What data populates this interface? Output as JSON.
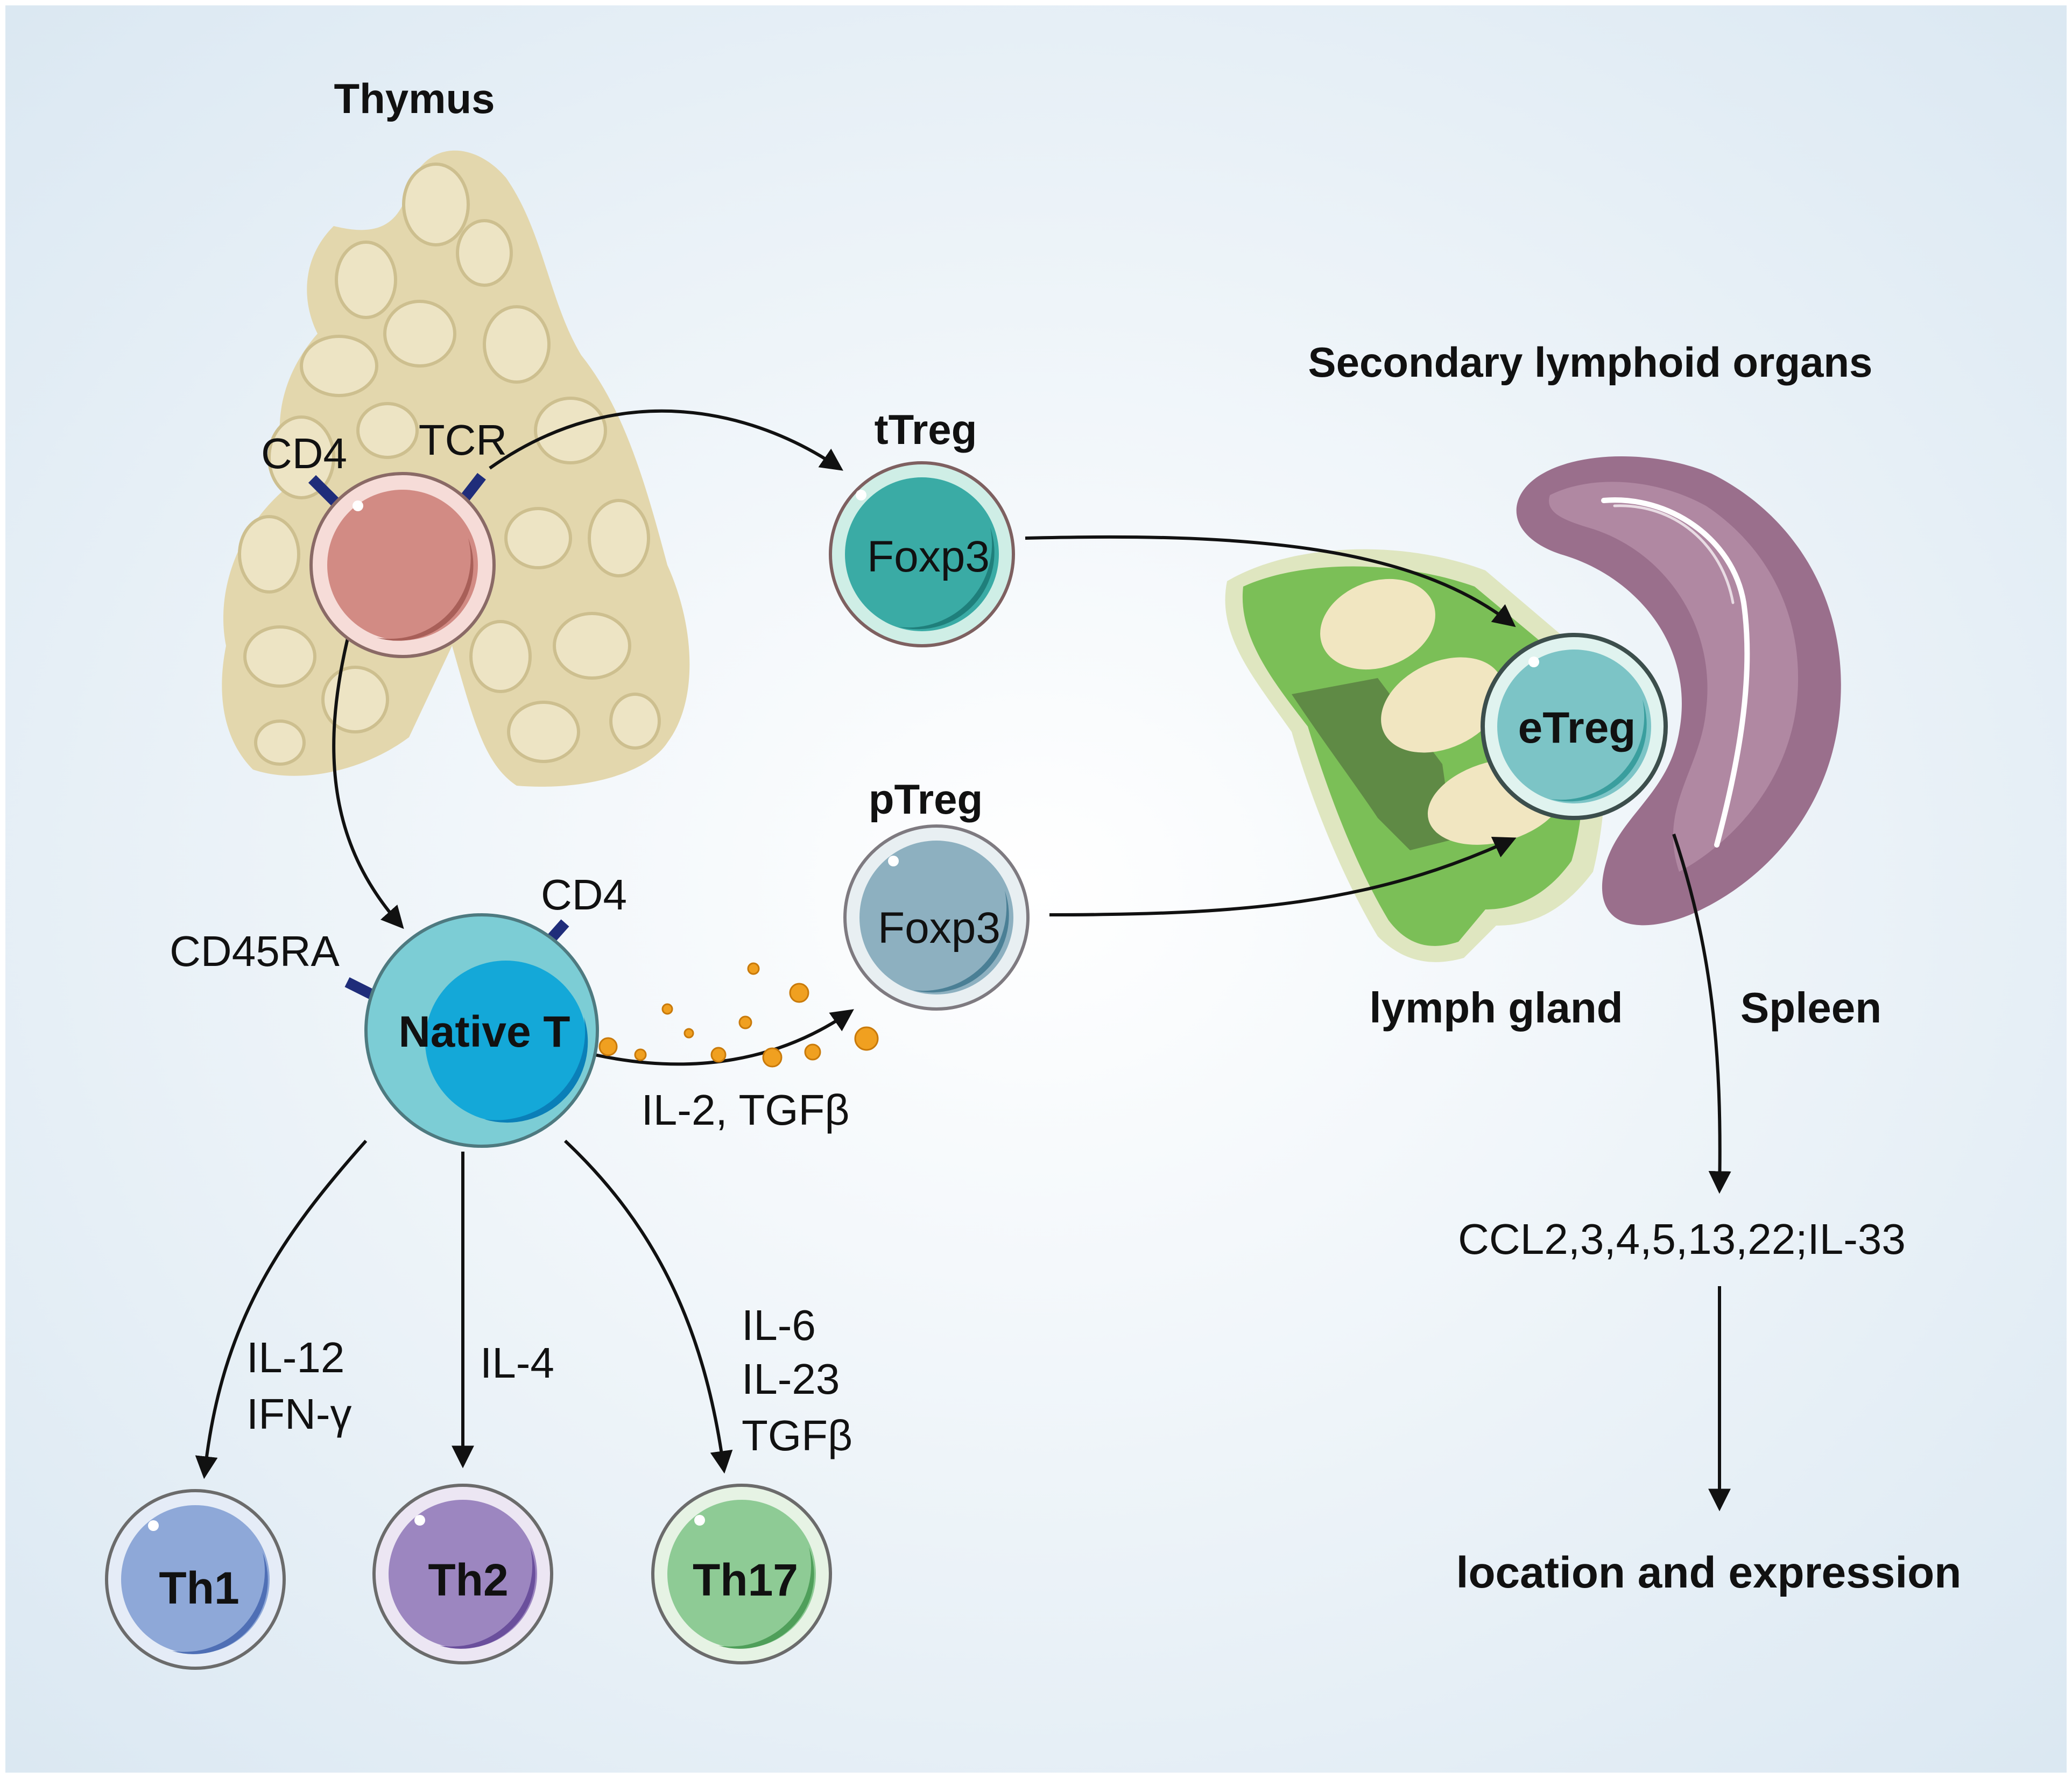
{
  "organs": {
    "thymus_label": "Thymus",
    "secondary_label": "Secondary lymphoid organs",
    "lymph_gland_label": "lymph gland",
    "spleen_label": "Spleen"
  },
  "cells": {
    "naive_t": "Native T",
    "ttreg_title": "tTreg",
    "ttreg_inner": "Foxp3",
    "ptreg_title": "pTreg",
    "ptreg_inner": "Foxp3",
    "etreg": "eTreg",
    "th1": "Th1",
    "th2": "Th2",
    "th17": "Th17"
  },
  "markers": {
    "thymocyte_cd4": "CD4",
    "thymocyte_tcr": "TCR",
    "naive_cd4": "CD4",
    "naive_cd45ra": "CD45RA"
  },
  "cytokines": {
    "ptreg_induction": "IL-2, TGFβ",
    "th1_line1": "IL-12",
    "th1_line2": "IFN-γ",
    "th2_line1": "IL-4",
    "th17_line1": "IL-6",
    "th17_line2": "IL-23",
    "th17_line3": "TGFβ",
    "chemokines": "CCL2,3,4,5,13,22;IL-33"
  },
  "outcome": "location and expression",
  "colors": {
    "thymus": "#e3d7ad",
    "thymocyte": "#d28b84",
    "ttreg": "#3aaba5",
    "ptreg": "#8db0c0",
    "naive_t": "#5ec3d3",
    "etreg": "#7cc4c6",
    "th1": "#8ea8d8",
    "th2": "#9c86c0",
    "th17": "#8ecb95",
    "lymph_node": "#7bbf57",
    "spleen": "#9a6f8c",
    "marker": "#1f2d7a",
    "cytokine_dots": "#f0a020"
  }
}
